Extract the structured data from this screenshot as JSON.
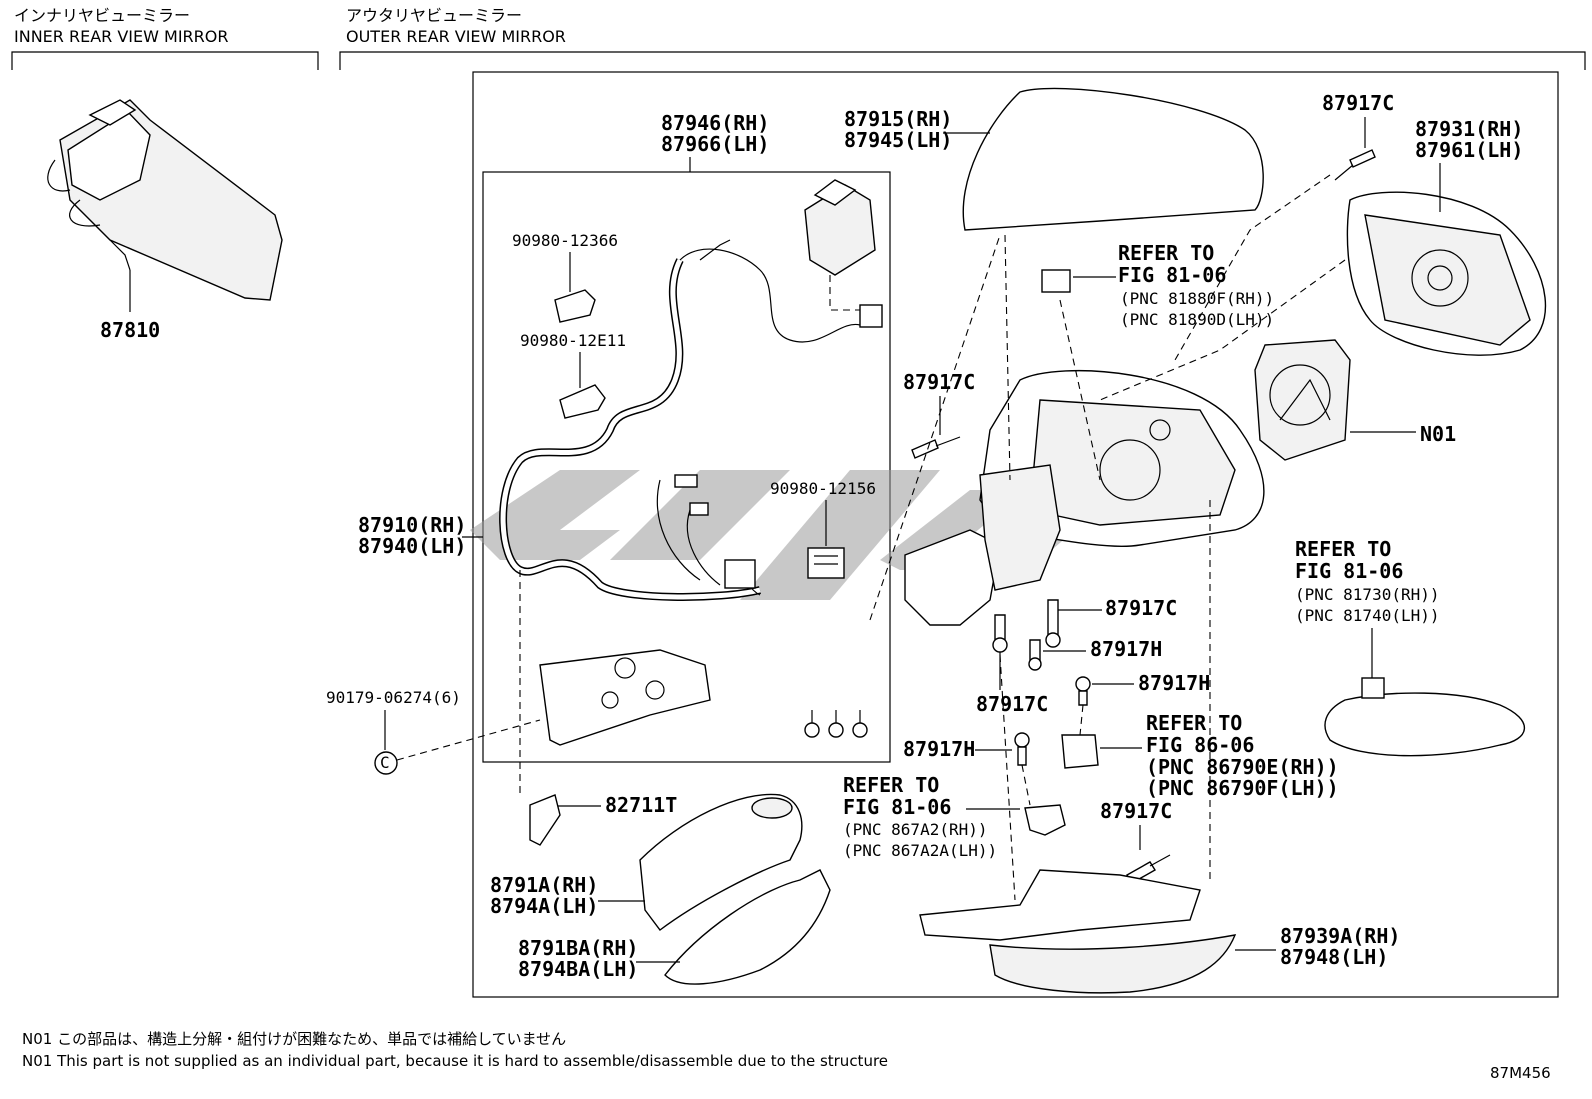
{
  "headers": {
    "inner_jp": "インナリヤビューミラー",
    "inner_en": "INNER REAR VIEW MIRROR",
    "outer_jp": "アウタリヤビューミラー",
    "outer_en": "OUTER REAR VIEW MIRROR"
  },
  "parts": {
    "p87810": "87810",
    "p87946": "87946(RH)",
    "p87966": "87966(LH)",
    "p87915": "87915(RH)",
    "p87945": "87945(LH)",
    "p87917C_top": "87917C",
    "p87931": "87931(RH)",
    "p87961": "87961(LH)",
    "p90980_12366": "90980-12366",
    "p90980_12E11": "90980-12E11",
    "p90980_12156": "90980-12156",
    "p87917C_left": "87917C",
    "pN01": "N01",
    "p87910": "87910(RH)",
    "p87940": "87940(LH)",
    "p87917C_mid": "87917C",
    "p87917H_mid": "87917H",
    "p87917C_low": "87917C",
    "p87917H_right": "87917H",
    "p90179": "90179-06274(6)",
    "p87917H_left": "87917H",
    "p82711T": "82711T",
    "p87917C_bottom": "87917C",
    "p8791A": "8791A(RH)",
    "p8794A": "8794A(LH)",
    "p8791BA": "8791BA(RH)",
    "p8794BA": "8794BA(LH)",
    "p87939A": "87939A(RH)",
    "p87948": "87948(LH)",
    "circle_c": "C"
  },
  "refs": {
    "r1": {
      "title": "REFER TO",
      "fig": "FIG 81-06",
      "pnc1": "(PNC 81880F(RH))",
      "pnc2": "(PNC 81890D(LH))"
    },
    "r2": {
      "title": "REFER TO",
      "fig": "FIG 81-06",
      "pnc1": "(PNC 81730(RH))",
      "pnc2": "(PNC 81740(LH))"
    },
    "r3": {
      "title": "REFER TO",
      "fig": "FIG 86-06",
      "pnc1": "(PNC 86790E(RH))",
      "pnc2": "(PNC 86790F(LH))"
    },
    "r4": {
      "title": "REFER TO",
      "fig": "FIG 81-06",
      "pnc1": "(PNC 867A2(RH))",
      "pnc2": "(PNC 867A2A(LH))"
    }
  },
  "notes": {
    "jp": "N01 この部品は、構造上分解・組付けが困難なため、単品では補給していません",
    "en": "N01 This part is not supplied as an individual part, because it is hard to assemble/disassemble due to the structure"
  },
  "figure_code": "87M456"
}
